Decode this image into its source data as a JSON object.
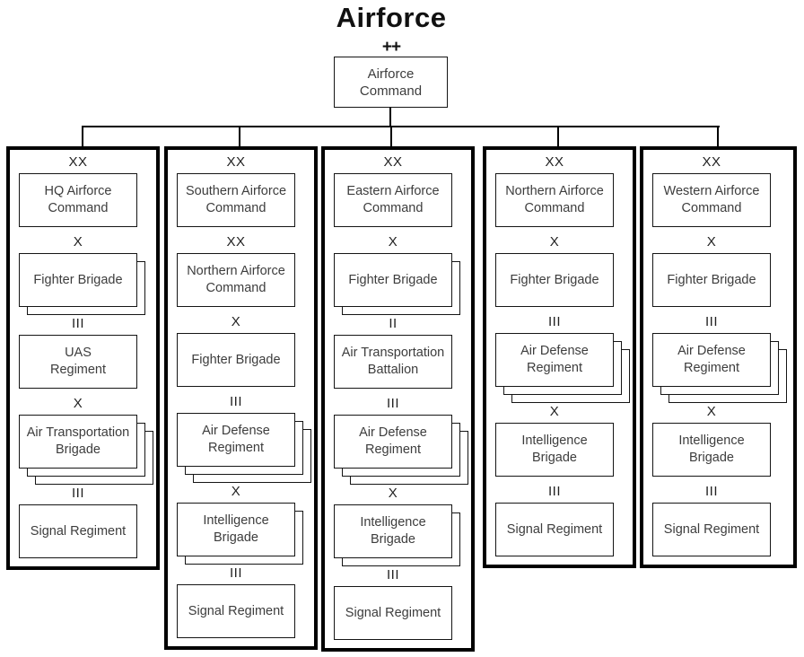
{
  "title": "Airforce",
  "colors": {
    "line": "#000000",
    "text": "#3d3d3d",
    "background": "#ffffff"
  },
  "root": {
    "echelon": "++",
    "name": "Airforce Command",
    "lines": [
      "Airforce",
      "Command"
    ]
  },
  "columns": [
    {
      "id": "hq-airforce-command",
      "units": [
        {
          "echelon": "XX",
          "name": "HQ Airforce Command",
          "lines": [
            "HQ Airforce",
            "Command"
          ],
          "stack": 1
        },
        {
          "echelon": "X",
          "name": "Fighter Brigade",
          "lines": [
            "Fighter Brigade"
          ],
          "stack": 2
        },
        {
          "echelon": "III",
          "name": "UAS Regiment",
          "lines": [
            "UAS",
            "Regiment"
          ],
          "stack": 1
        },
        {
          "echelon": "X",
          "name": "Air Transportation Brigade",
          "lines": [
            "Air Transportation",
            "Brigade"
          ],
          "stack": 3
        },
        {
          "echelon": "III",
          "name": "Signal Regiment",
          "lines": [
            "Signal Regiment"
          ],
          "stack": 1
        }
      ]
    },
    {
      "id": "southern-airforce-command",
      "units": [
        {
          "echelon": "XX",
          "name": "Southern Airforce Command",
          "lines": [
            "Southern Airforce",
            "Command"
          ],
          "stack": 1
        },
        {
          "echelon": "XX",
          "name": "Northern Airforce Command",
          "lines": [
            "Northern Airforce",
            "Command"
          ],
          "stack": 1
        },
        {
          "echelon": "X",
          "name": "Fighter Brigade",
          "lines": [
            "Fighter Brigade"
          ],
          "stack": 1
        },
        {
          "echelon": "III",
          "name": "Air Defense Regiment",
          "lines": [
            "Air Defense",
            "Regiment"
          ],
          "stack": 3
        },
        {
          "echelon": "X",
          "name": "Intelligence Brigade",
          "lines": [
            "Intelligence",
            "Brigade"
          ],
          "stack": 2
        },
        {
          "echelon": "III",
          "name": "Signal Regiment",
          "lines": [
            "Signal Regiment"
          ],
          "stack": 1
        }
      ]
    },
    {
      "id": "eastern-airforce-command",
      "units": [
        {
          "echelon": "XX",
          "name": "Eastern Airforce Command",
          "lines": [
            "Eastern Airforce",
            "Command"
          ],
          "stack": 1
        },
        {
          "echelon": "X",
          "name": "Fighter Brigade",
          "lines": [
            "Fighter Brigade"
          ],
          "stack": 2
        },
        {
          "echelon": "II",
          "name": "Air Transportation Battalion",
          "lines": [
            "Air Transportation",
            "Battalion"
          ],
          "stack": 1
        },
        {
          "echelon": "III",
          "name": "Air Defense Regiment",
          "lines": [
            "Air Defense",
            "Regiment"
          ],
          "stack": 3
        },
        {
          "echelon": "X",
          "name": "Intelligence Brigade",
          "lines": [
            "Intelligence",
            "Brigade"
          ],
          "stack": 2
        },
        {
          "echelon": "III",
          "name": "Signal Regiment",
          "lines": [
            "Signal Regiment"
          ],
          "stack": 1
        }
      ]
    },
    {
      "id": "northern-airforce-command",
      "units": [
        {
          "echelon": "XX",
          "name": "Northern Airforce Command",
          "lines": [
            "Northern Airforce",
            "Command"
          ],
          "stack": 1
        },
        {
          "echelon": "X",
          "name": "Fighter Brigade",
          "lines": [
            "Fighter Brigade"
          ],
          "stack": 1
        },
        {
          "echelon": "III",
          "name": "Air Defense Regiment",
          "lines": [
            "Air Defense",
            "Regiment"
          ],
          "stack": 3
        },
        {
          "echelon": "X",
          "name": "Intelligence Brigade",
          "lines": [
            "Intelligence",
            "Brigade"
          ],
          "stack": 1
        },
        {
          "echelon": "III",
          "name": "Signal Regiment",
          "lines": [
            "Signal Regiment"
          ],
          "stack": 1
        }
      ]
    },
    {
      "id": "western-airforce-command",
      "units": [
        {
          "echelon": "XX",
          "name": "Western Airforce Command",
          "lines": [
            "Western Airforce",
            "Command"
          ],
          "stack": 1
        },
        {
          "echelon": "X",
          "name": "Fighter Brigade",
          "lines": [
            "Fighter Brigade"
          ],
          "stack": 1
        },
        {
          "echelon": "III",
          "name": "Air Defense Regiment",
          "lines": [
            "Air Defense",
            "Regiment"
          ],
          "stack": 3
        },
        {
          "echelon": "X",
          "name": "Intelligence Brigade",
          "lines": [
            "Intelligence",
            "Brigade"
          ],
          "stack": 1
        },
        {
          "echelon": "III",
          "name": "Signal Regiment",
          "lines": [
            "Signal Regiment"
          ],
          "stack": 1
        }
      ]
    }
  ]
}
